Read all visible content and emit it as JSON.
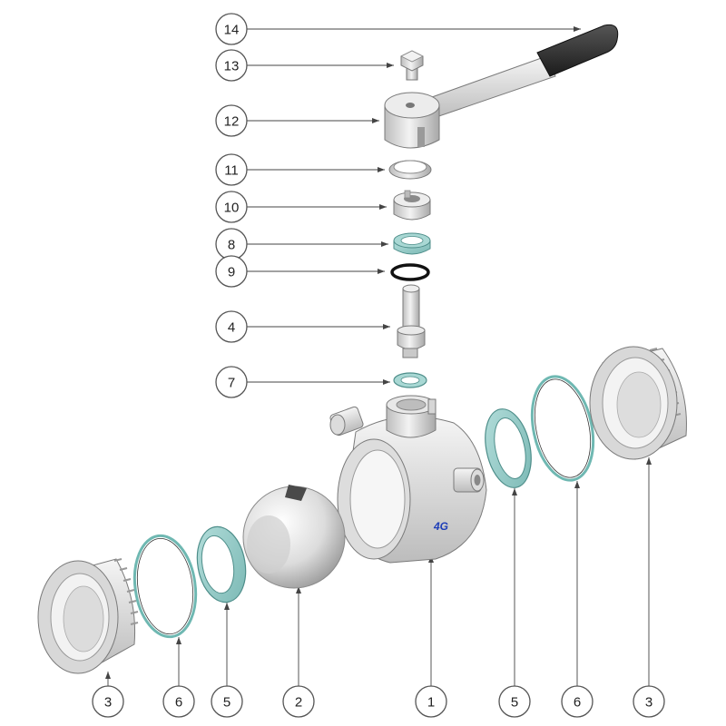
{
  "callouts": {
    "p14": "14",
    "p13": "13",
    "p12": "12",
    "p11": "11",
    "p10": "10",
    "p8": "8",
    "p9": "9",
    "p4": "4",
    "p7": "7",
    "bottom_3a": "3",
    "bottom_6a": "6",
    "bottom_5a": "5",
    "bottom_2": "2",
    "bottom_1": "1",
    "bottom_5b": "5",
    "bottom_6b": "6",
    "bottom_3b": "3"
  },
  "logo": "4G",
  "colors": {
    "seal": "#8fc7c4",
    "oring_black": "#111111",
    "oring_teal": "#6fb8b2",
    "metal_light": "#e6e6e6",
    "metal_dark": "#9a9a9a",
    "handle_grip": "#2e2e2e",
    "logo": "#1f3fb8"
  }
}
